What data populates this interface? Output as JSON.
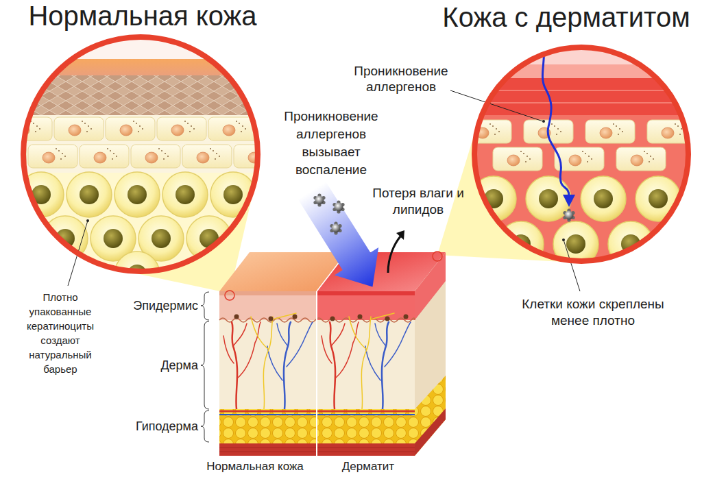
{
  "diagram": {
    "nodes": [
      {
        "text": [
          "Нормальная кожа"
        ]
      },
      {
        "text": [
          "Кожа с дерматитом"
        ]
      },
      {
        "text": [
          "Нормальная кожа",
          "Дерматит"
        ]
      }
    ],
    "labels": [
      "Проникновение аллергенов",
      "Проникновение аллергенов вызывает воспаление",
      "Потеря влаги и липидов",
      "Плотно упакованные кератиноциты создают натуральный барьер",
      "Эпидермис",
      "Дерма",
      "Гиподерма",
      "Клетки кожи скреплены менее плотно"
    ]
  }
}
